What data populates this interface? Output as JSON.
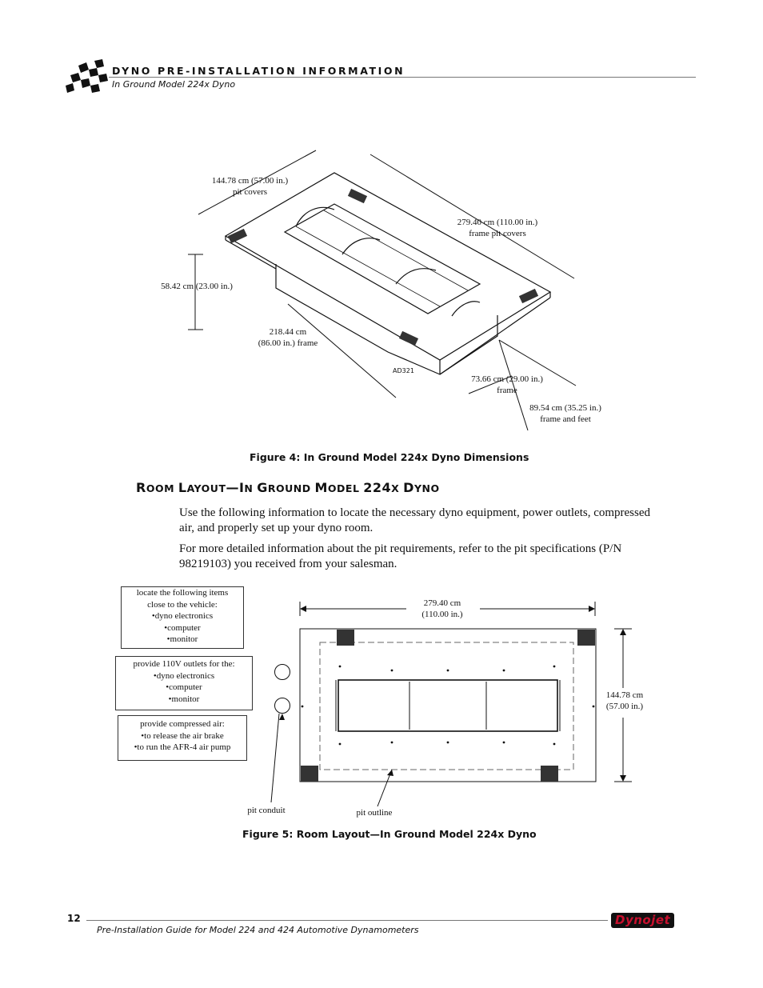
{
  "header": {
    "title": "DYNO PRE-INSTALLATION INFORMATION",
    "subtitle": "In Ground Model 224x Dyno"
  },
  "figure4": {
    "caption": "Figure 4: In Ground Model 224x Dyno Dimensions",
    "dim_pit_covers": [
      "144.78 cm (57.00 in.)",
      "pit covers"
    ],
    "dim_frame_pit_covers": [
      "279.40 cm (110.00 in.)",
      "frame pit covers"
    ],
    "dim_height": "58.42 cm (23.00 in.)",
    "dim_frame_length": [
      "218.44 cm",
      "(86.00 in.) frame"
    ],
    "dim_frame_width": [
      "73.66 cm (29.00 in.)",
      "frame"
    ],
    "dim_frame_feet": [
      "89.54 cm (35.25 in.)",
      "frame and feet"
    ],
    "drawing_id": "AD321"
  },
  "section": {
    "heading_parts": [
      {
        "big": "R",
        "small": "OOM "
      },
      {
        "big": "L",
        "small": "AYOUT"
      },
      {
        "big": "—I",
        "small": "N "
      },
      {
        "big": "G",
        "small": "ROUND "
      },
      {
        "big": "M",
        "small": "ODEL "
      },
      {
        "big": "224",
        "small": "X "
      },
      {
        "big": "D",
        "small": "YNO"
      }
    ],
    "para1": "Use the following information to locate the necessary dyno equipment, power outlets, compressed air, and properly set up your dyno room.",
    "para2": "For more detailed information about the pit requirements, refer to the pit specifications (P/N 98219103) you received from your salesman."
  },
  "figure5": {
    "caption": "Figure 5: Room Layout—In Ground Model 224x Dyno",
    "box1": [
      "locate the following items",
      "close to the vehicle:",
      "•dyno electronics",
      "•computer",
      "•monitor"
    ],
    "box2": [
      "provide 110V outlets for the:",
      "•dyno electronics",
      "•computer",
      "•monitor"
    ],
    "box3": [
      "provide compressed air:",
      "•to release the air brake",
      "•to run the AFR-4 air pump"
    ],
    "dim_length": [
      "279.40 cm",
      "(110.00 in.)"
    ],
    "dim_width": [
      "144.78 cm",
      "(57.00 in.)"
    ],
    "label_pit_conduit": "pit conduit",
    "label_pit_outline": "pit outline"
  },
  "footer": {
    "page_number": "12",
    "text": "Pre-Installation Guide for Model 224 and 424 Automotive Dynamometers",
    "logo": "Dynojet"
  }
}
